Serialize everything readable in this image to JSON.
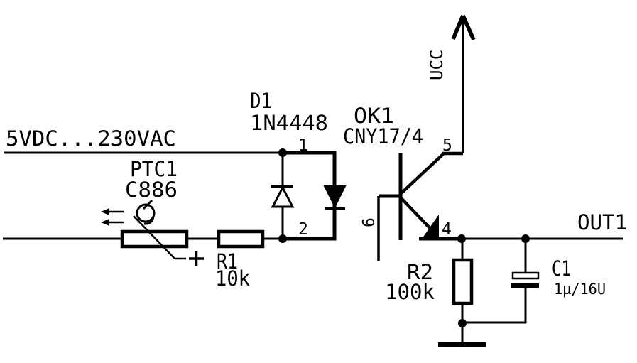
{
  "diagram": {
    "type": "circuit-schematic",
    "background": "#ffffff",
    "line_color": "#000000",
    "input_label": "5VDC...230VAC",
    "nets": {
      "supply": "UCC",
      "output": "OUT1"
    },
    "components": {
      "ptc": {
        "ref": "PTC1",
        "value": "C886",
        "polarity_mark": "+"
      },
      "r1": {
        "ref": "R1",
        "value": "10k"
      },
      "d1": {
        "ref": "D1",
        "value": "1N4448",
        "pin_top": "1",
        "pin_bottom": "2"
      },
      "ok1": {
        "ref": "OK1",
        "value": "CNY17/4",
        "pin_collector": "5",
        "pin_base": "6",
        "pin_emitter": "4"
      },
      "r2": {
        "ref": "R2",
        "value": "100k"
      },
      "c1": {
        "ref": "C1",
        "value": "1µ/16U"
      }
    }
  }
}
